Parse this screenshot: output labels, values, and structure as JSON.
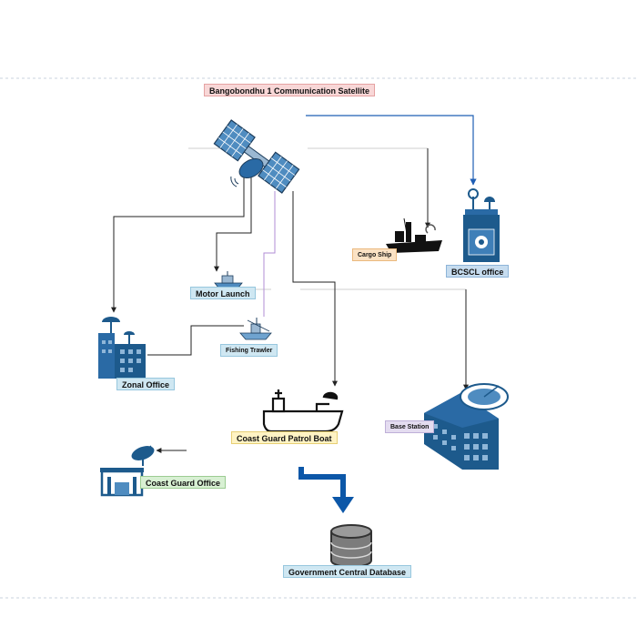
{
  "title": "Bangobondhu 1 Communication Satellite",
  "nodes": {
    "cargo_ship": "Cargo Ship",
    "bcscl_office": "BCSCL office",
    "motor_launch": "Motor Launch",
    "fishing_trawler": "Fishing Trawler",
    "zonal_office": "Zonal Office",
    "base_station": "Base Station",
    "coast_guard_patrol_boat": "Coast Guard Patrol Boat",
    "coast_guard_office": "Coast Guard Office",
    "government_central_database": "Government Central Database"
  },
  "colors": {
    "icon_blue": "#1d5a8c",
    "icon_light": "#4f8cc0",
    "arrow_dark": "#222222",
    "arrow_blue": "#1f5fb5",
    "arrow_purple": "#b08ed6",
    "big_arrow": "#0c57a8"
  }
}
